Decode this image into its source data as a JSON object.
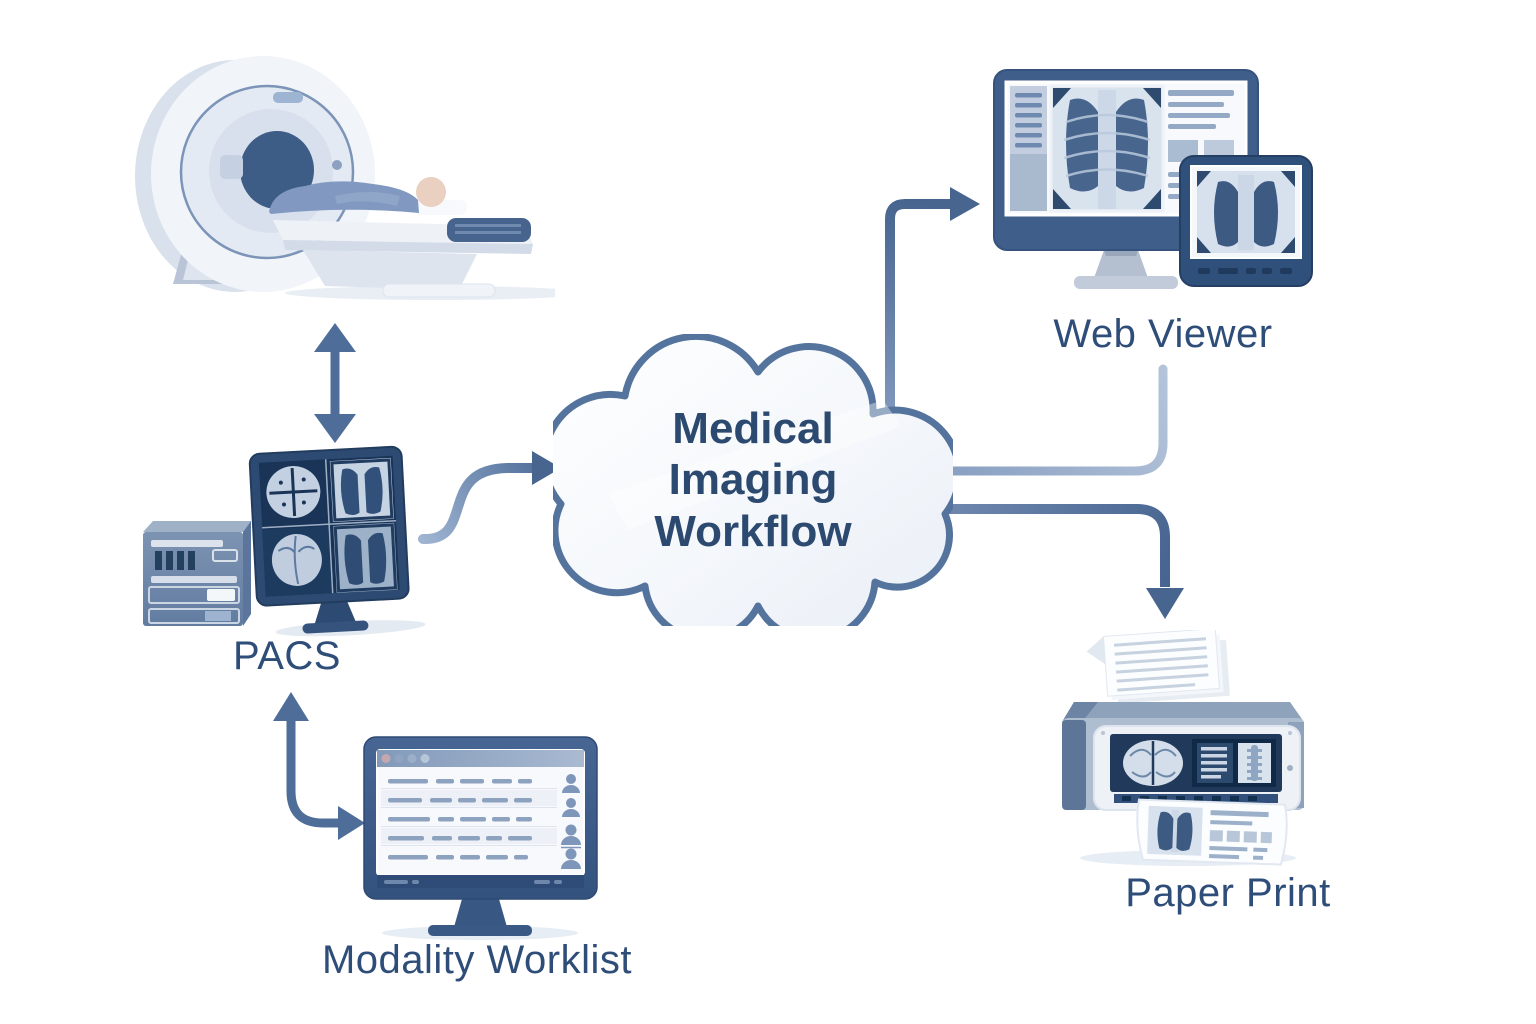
{
  "cloud": {
    "lines": [
      "Medical",
      "Imaging",
      "Workflow"
    ]
  },
  "labels": {
    "pacs": "PACS",
    "modality_worklist": "Modality Worklist",
    "web_viewer": "Web Viewer",
    "paper_print": "Paper Print"
  },
  "nodes": [
    {
      "id": "mri-scanner",
      "label": ""
    },
    {
      "id": "pacs",
      "label": "PACS"
    },
    {
      "id": "modality-worklist",
      "label": "Modality Worklist"
    },
    {
      "id": "cloud",
      "label": "Medical Imaging Workflow"
    },
    {
      "id": "web-viewer",
      "label": "Web Viewer"
    },
    {
      "id": "paper-print",
      "label": "Paper Print"
    }
  ],
  "edges": [
    {
      "from": "mri-scanner",
      "to": "pacs",
      "style": "double-headed-arrow"
    },
    {
      "from": "pacs",
      "to": "cloud",
      "style": "arrow"
    },
    {
      "from": "cloud",
      "to": "web-viewer",
      "style": "arrow"
    },
    {
      "from": "web-viewer",
      "to": "cloud",
      "style": "line"
    },
    {
      "from": "cloud",
      "to": "paper-print",
      "style": "arrow"
    },
    {
      "from": "pacs",
      "to": "modality-worklist",
      "style": "double-headed-elbow-arrow"
    }
  ],
  "colors": {
    "background": "#ffffff",
    "arrow": "#4e6d99",
    "arrow_light": "#9fb4d1",
    "cloud_border": "#54749e",
    "cloud_fill_top": "#feffff",
    "cloud_fill_bottom": "#eef2f8",
    "cloud_text": "#2c4a70",
    "label_text": "#2e4d78",
    "monitor_frame": "#3f5e8a",
    "screen_dark": "#1a3457"
  }
}
